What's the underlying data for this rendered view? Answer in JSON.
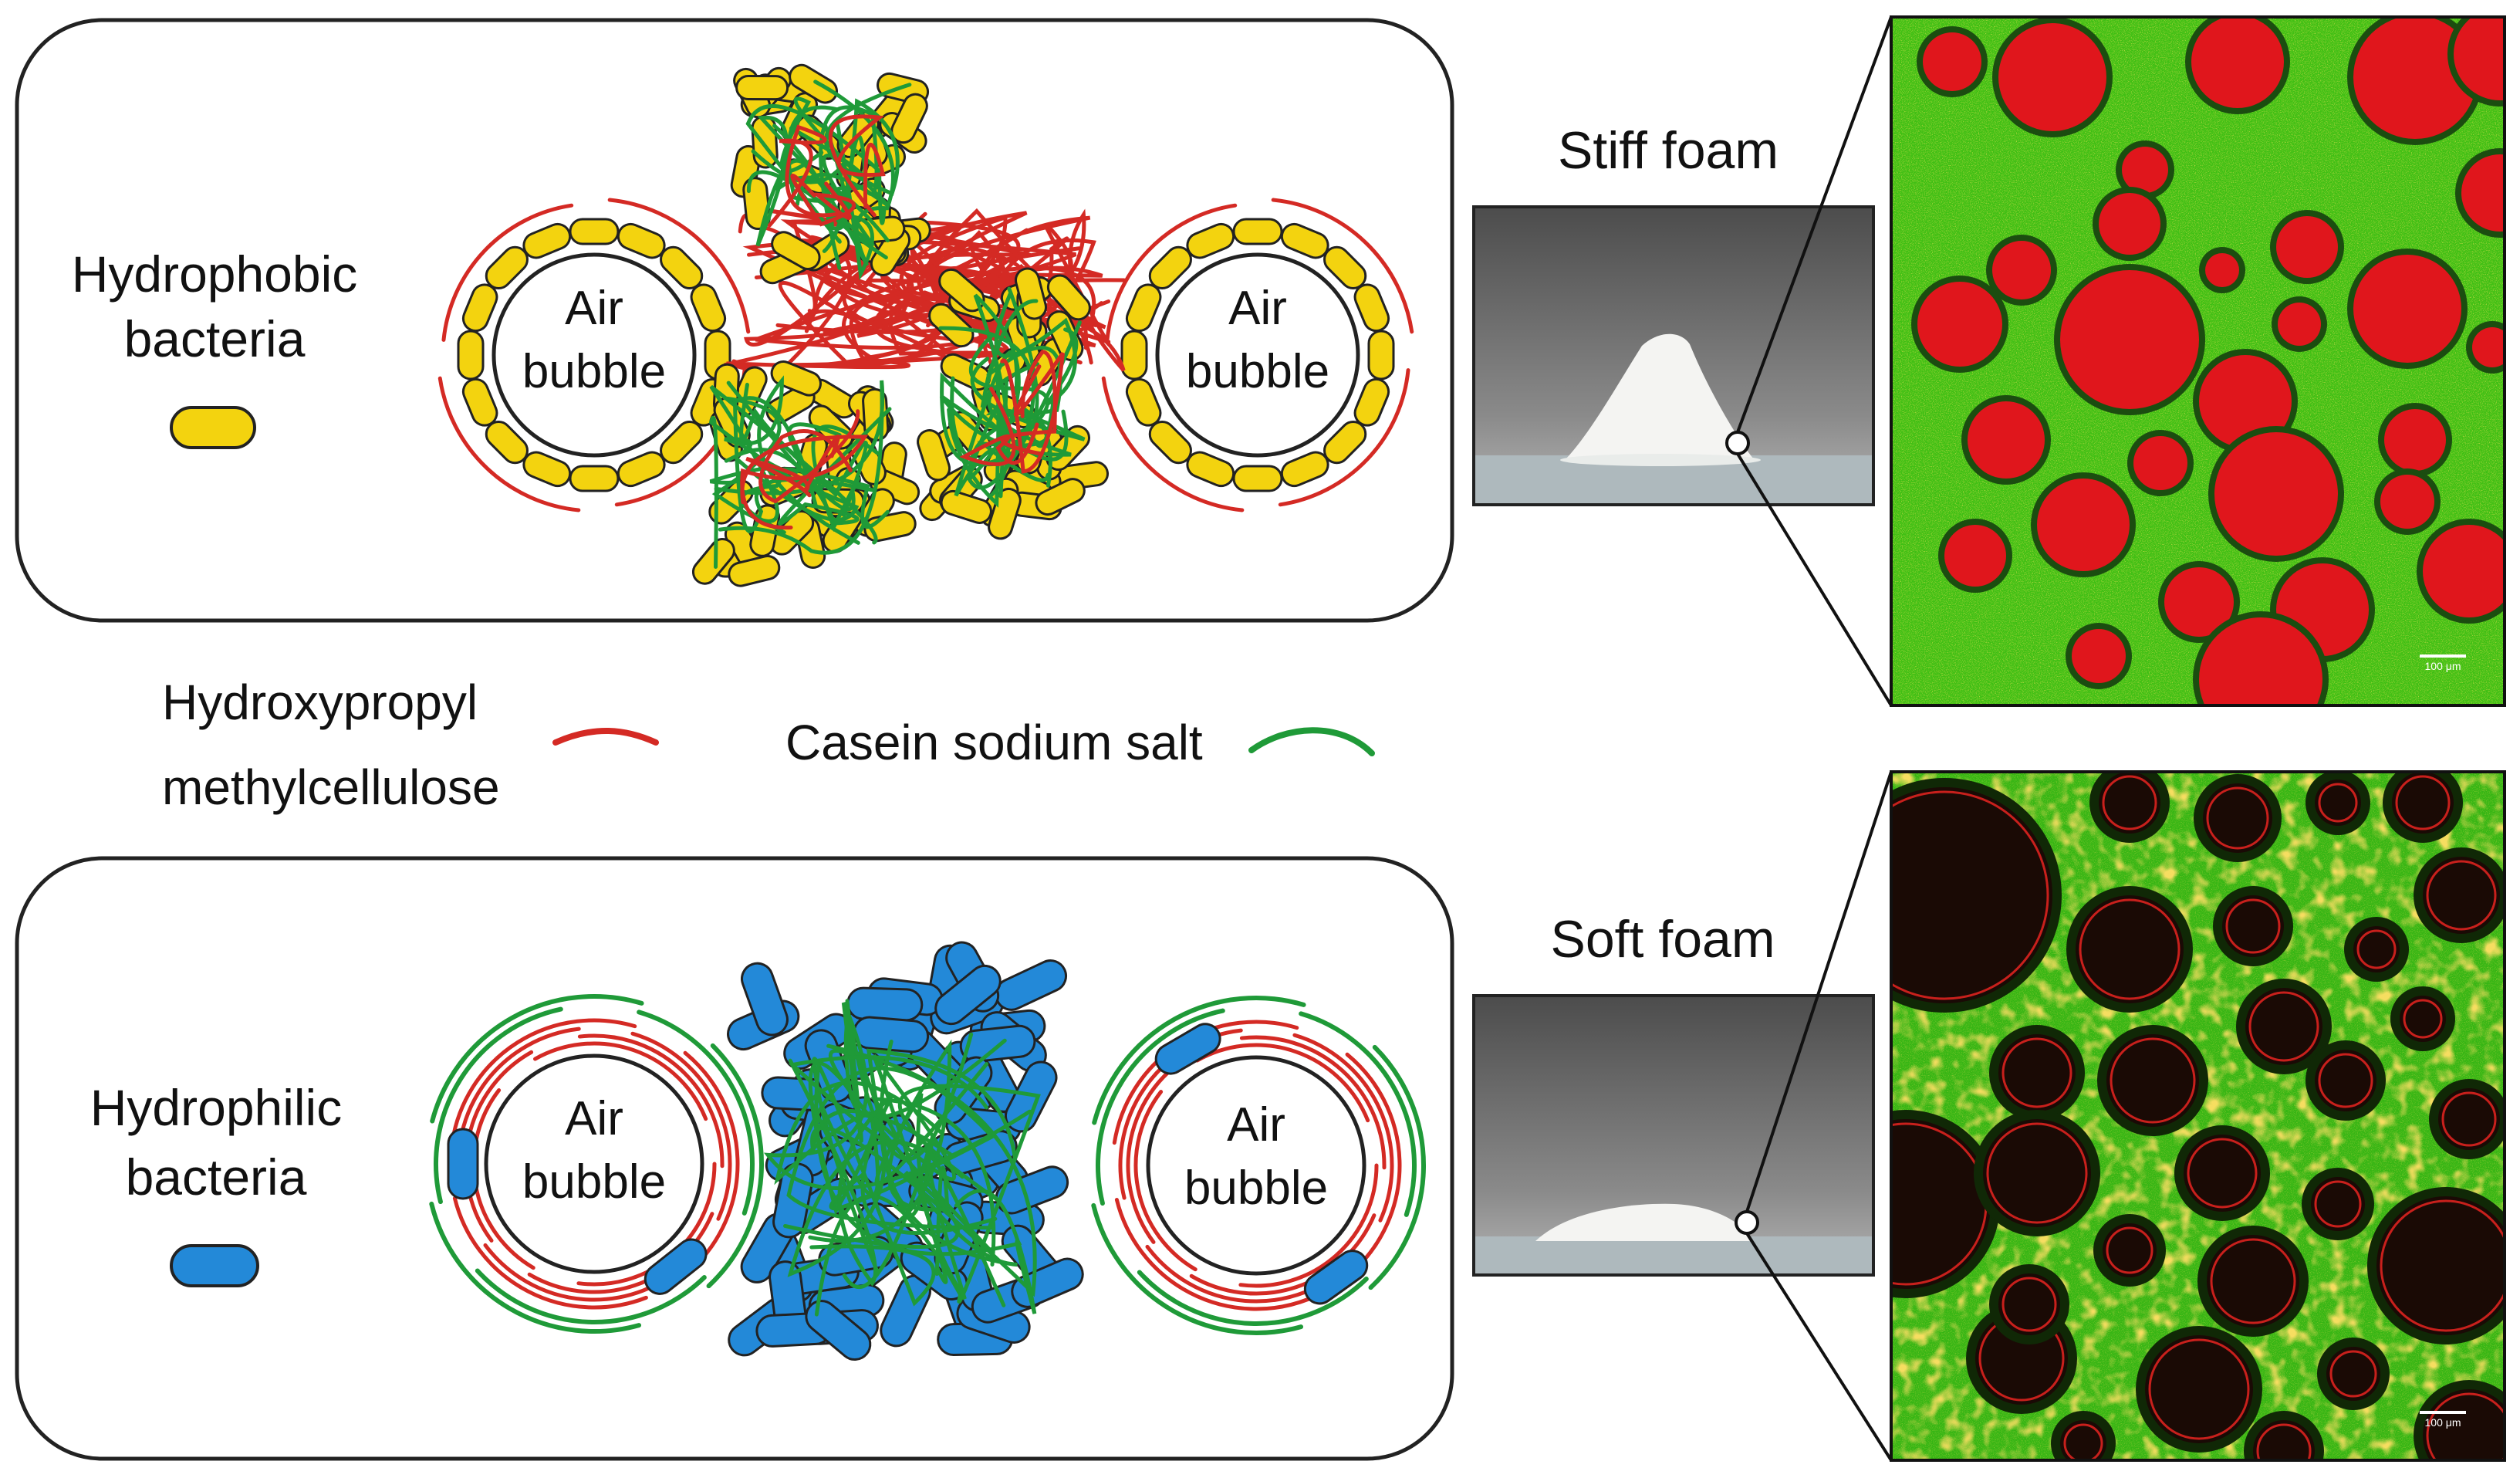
{
  "top_panel": {
    "bacteria_label_line1": "Hydrophobic",
    "bacteria_label_line2": "bacteria",
    "bubble_left_line1": "Air",
    "bubble_left_line2": "bubble",
    "bubble_right_line1": "Air",
    "bubble_right_line2": "bubble",
    "foam_label": "Stiff foam",
    "micrograph_scale": "100 μm"
  },
  "legend": {
    "hpmc_line1": "Hydroxypropyl",
    "hpmc_line2": "methylcellulose",
    "casein": "Casein sodium salt"
  },
  "bottom_panel": {
    "bacteria_label_line1": "Hydrophilic",
    "bacteria_label_line2": "bacteria",
    "bubble_left_line1": "Air",
    "bubble_left_line2": "bubble",
    "bubble_right_line1": "Air",
    "bubble_right_line2": "bubble",
    "foam_label": "Soft foam",
    "micrograph_scale": "100 μm"
  },
  "colors": {
    "hydrophobic_bacteria": "#f3d30f",
    "hydrophilic_bacteria": "#2389d8",
    "hpmc": "#d42a24",
    "casein": "#1f9a38",
    "micro_matrix_green": "#3fc417",
    "micro_bubble_red": "#e0161c"
  }
}
